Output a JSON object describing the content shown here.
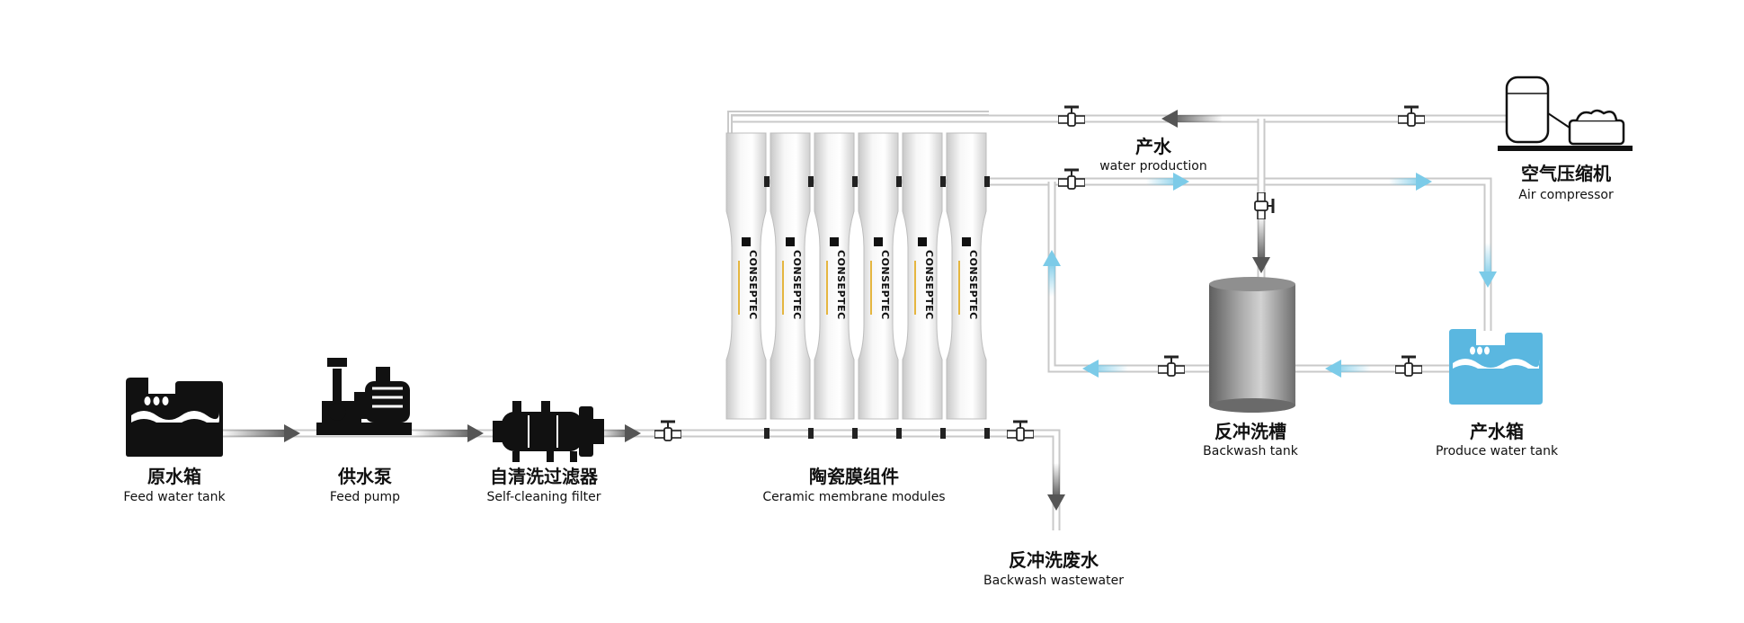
{
  "components": {
    "feed_tank": {
      "zh": "原水箱",
      "en": "Feed water tank"
    },
    "feed_pump": {
      "zh": "供水泵",
      "en": "Feed pump"
    },
    "filter": {
      "zh": "自清洗过滤器",
      "en": "Self-cleaning filter"
    },
    "membranes": {
      "zh": "陶瓷膜组件",
      "en": "Ceramic membrane modules"
    },
    "water_production": {
      "zh": "产水",
      "en": "water production"
    },
    "air_compressor": {
      "zh": "空气压缩机",
      "en": "Air compressor"
    },
    "backwash_tank": {
      "zh": "反冲洗槽",
      "en": "Backwash tank"
    },
    "produce_tank": {
      "zh": "产水箱",
      "en": "Produce water tank"
    },
    "backwash_wastewater": {
      "zh": "反冲洗废水",
      "en": "Backwash wastewater"
    }
  },
  "module_brand": "CONSEPTEC",
  "colors": {
    "pipe": "#c9c9c9",
    "flow_dark": "#555555",
    "flow_blue": "#7ccbe8",
    "tank_blue": "#5ab7e0",
    "icon_black": "#111111"
  },
  "icons": [
    "tank-icon",
    "pump-icon",
    "filter-icon",
    "valve-icon",
    "compressor-icon",
    "backwash-tank-icon"
  ]
}
